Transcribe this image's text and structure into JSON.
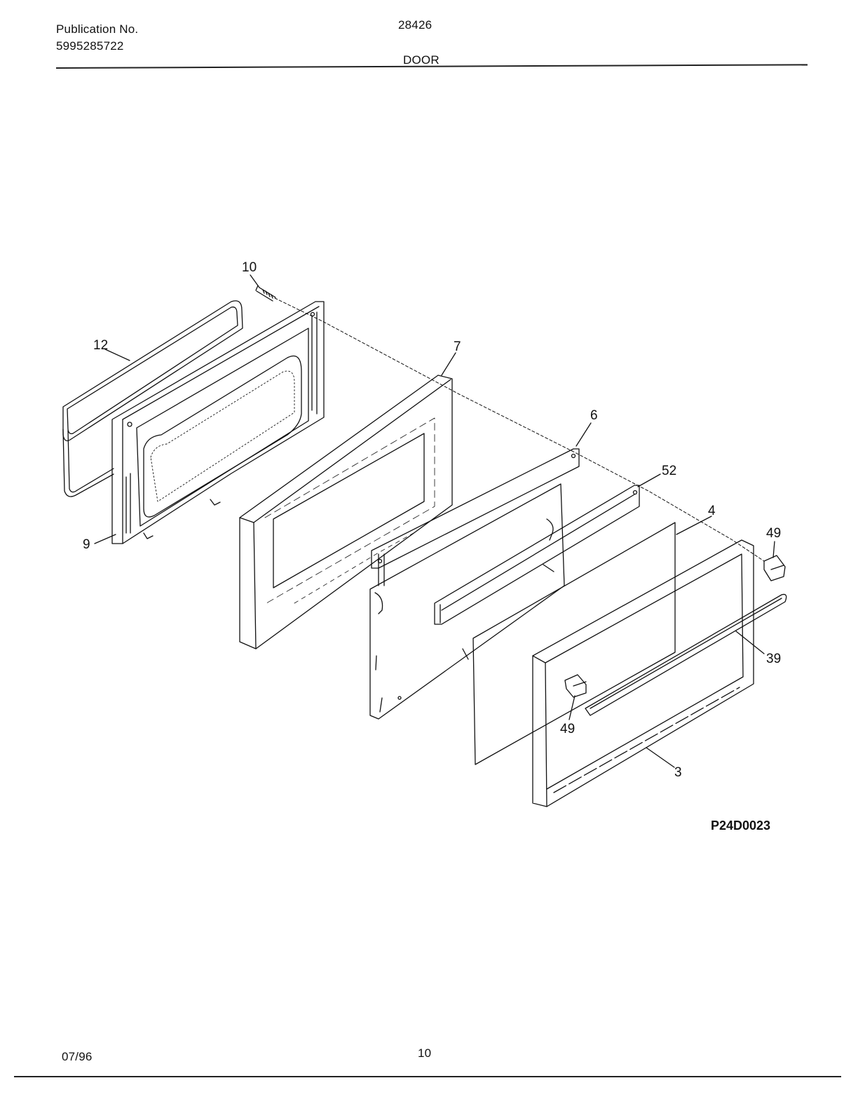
{
  "header": {
    "publication_label": "Publication No.",
    "publication_number": "5995285722",
    "model": "28426",
    "section_title": "DOOR"
  },
  "callouts": {
    "c10": "10",
    "c12": "12",
    "c7": "7",
    "c6": "6",
    "c52": "52",
    "c4": "4",
    "c49a": "49",
    "c9": "9",
    "c39": "39",
    "c49b": "49",
    "c3": "3"
  },
  "drawing_code": "P24D0023",
  "footer": {
    "date": "07/96",
    "page_number": "10"
  }
}
